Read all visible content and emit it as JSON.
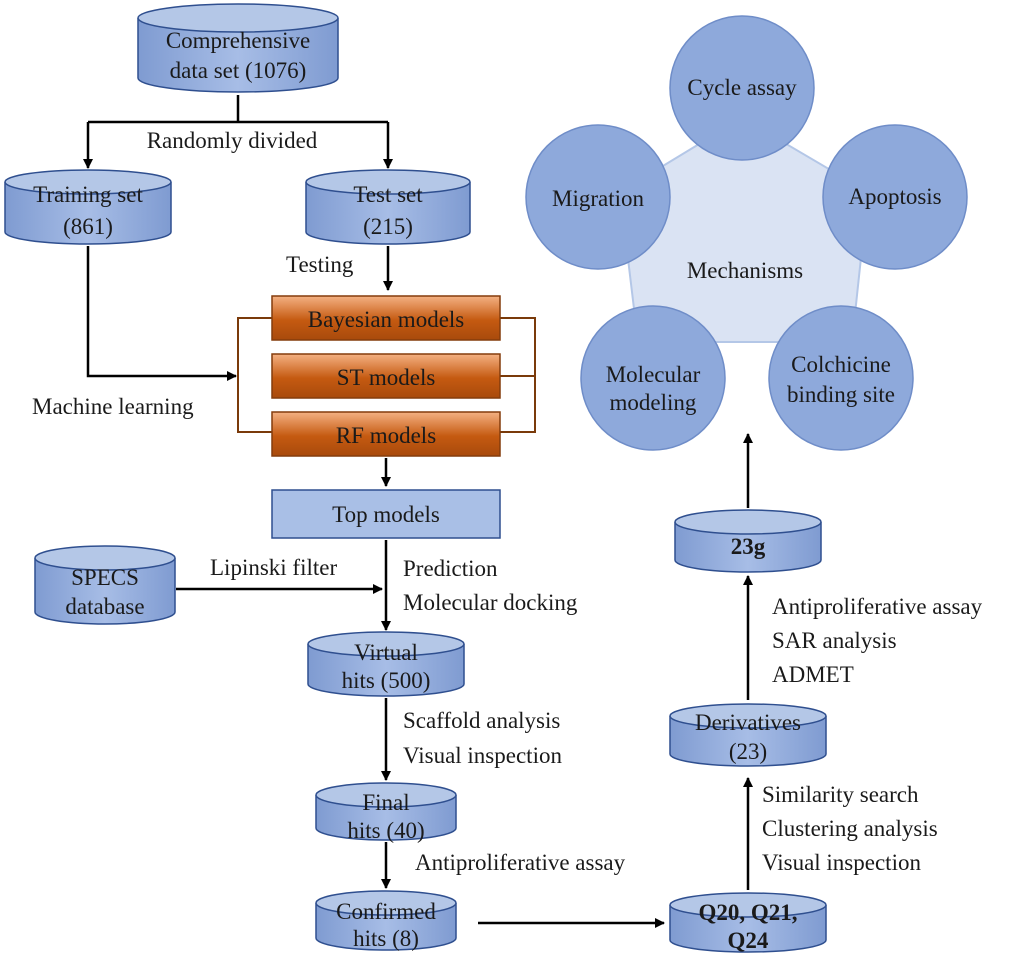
{
  "colors": {
    "cylinder_fill": "#8ea9db",
    "cylinder_top": "#b4c7e7",
    "cylinder_stroke": "#2f4f8f",
    "model_fill": "#c55a11",
    "model_fill_light": "#f4b183",
    "top_models_fill": "#a9bfe6",
    "circle_fill": "#8ea9db",
    "pentagon_fill": "#dae3f3",
    "arrow": "#000000"
  },
  "nodes": {
    "comprehensive": [
      "Comprehensive",
      "data set (1076)"
    ],
    "training": [
      "Training set",
      "(861)"
    ],
    "test": [
      "Test set",
      "(215)"
    ],
    "bayesian": "Bayesian models",
    "st": "ST models",
    "rf": "RF models",
    "top_models": "Top models",
    "specs": [
      "SPECS",
      "database"
    ],
    "virtual_hits": [
      "Virtual",
      "hits (500)"
    ],
    "final_hits": [
      "Final",
      "hits (40)"
    ],
    "confirmed_hits": [
      "Confirmed",
      "hits (8)"
    ],
    "q_hits": [
      "Q20, Q21,",
      "Q24"
    ],
    "derivatives": [
      "Derivatives",
      "(23)"
    ],
    "compound": "23g"
  },
  "labels": {
    "randomly_divided": "Randomly divided",
    "testing": "Testing",
    "machine_learning": "Machine learning",
    "lipinski": "Lipinski filter",
    "prediction": "Prediction",
    "docking": "Molecular docking",
    "scaffold": "Scaffold analysis",
    "visual1": "Visual inspection",
    "antiproliferative1": "Antiproliferative assay",
    "similarity": "Similarity search",
    "clustering": "Clustering analysis",
    "visual2": "Visual inspection",
    "antiproliferative2": "Antiproliferative assay",
    "sar": "SAR analysis",
    "admet": "ADMET"
  },
  "mechanisms": {
    "center": "Mechanisms",
    "cycle": "Cycle assay",
    "apoptosis": "Apoptosis",
    "colchicine": [
      "Colchicine",
      "binding site"
    ],
    "molecular": [
      "Molecular",
      "modeling"
    ],
    "migration": "Migration"
  }
}
